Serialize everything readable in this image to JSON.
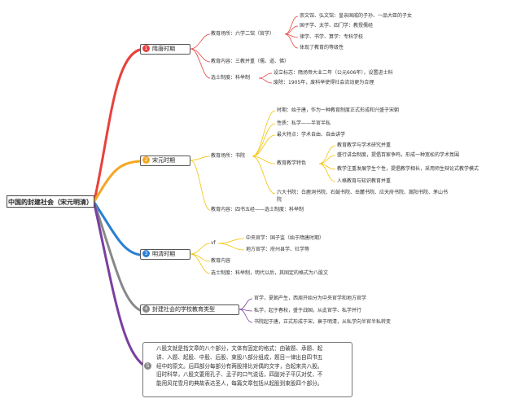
{
  "root": "中国的封建社会（宋元明清）",
  "colors": {
    "red": "#e8413c",
    "orange": "#f5a623",
    "yellow": "#f2c200",
    "blue": "#2a7fd4",
    "gray": "#888888",
    "purple": "#7b3fa0"
  },
  "b1": {
    "num": "1",
    "label": "隋唐时期",
    "place": "教育场所：六学二馆（官学）",
    "place_items": [
      "崇文馆、弘文馆：皇亲国戚的子孙、一品大臣的子女",
      "国子学、太学、四门学：教授儒经",
      "律学、书学、算学：专科学校",
      "体现了教育的等级性"
    ],
    "content": "教育内容：三教并重（儒、道、佛）",
    "exam": "选士制度：科举制",
    "exam_items": [
      "设立标志：隋炀帝大业二年（公元606年），设置进士科",
      "废除：1905年，废科举使得社会流动更为合理"
    ]
  },
  "b2": {
    "num": "2",
    "label": "宋元时期",
    "place": "教育场所：书院",
    "items": [
      "时期：始于唐，作为一种教育制度正式形成和兴盛于宋朝",
      "性质：私学——半官半私",
      "最大特点：学术自由、自由讲学"
    ],
    "feature": "教育教学特色",
    "feature_items": [
      "教育教学与学术研究并重",
      "盛行讲会制度，提倡百家争鸣，形成一种宽松的学术氛围",
      "教学注重发展学生个性，提倡教学相长，采用师生辩论式教学模式",
      "人格教育与知识教育并重"
    ],
    "six_1": "六大书院：白鹿洞书院、石鼓书院、岳麓书院、应天府书院、嵩阳书院、茅山书",
    "six_2": "院",
    "content": "教育内容：四书五经——选士制度：科举制"
  },
  "b3": {
    "num": "3",
    "label": "明清时期",
    "vf": "vf",
    "central": "中央官学：国子监（始于隋唐时期）",
    "local": "地方官学：府州县学、社学等",
    "content": "教育内容",
    "exam": "选士制度：科举制，明代以后，其固定的格式为八股文"
  },
  "b4": {
    "num": "4",
    "label": "封建社会的学校教育类型",
    "items": [
      "官学，夏朝产生，西周开始分为中央官学和地方官学",
      "私学，起于春秋，盛于战国，从此官学、私学并行",
      "书院起于唐，正式形成于宋，衰于明清，从私学向半官半私转变"
    ]
  },
  "b5": {
    "num": "5",
    "lines": [
      "八股文就是指文章的八个部分，文体有固定的格式：由破题、承题、起",
      "讲、入题、起股、中股、后股、束股八部分组成，题目一律出自四书五",
      "经中的原文。后四部分每部分有两股排比对偶的文字，合起来共八股。",
      "旧时科举，八股文要用孔子、孟子的口气说话，四副对子平仄对仗，不",
      "能用风花雪月的典故表达圣人，每篇文章包括从起股到束股四个部分。"
    ]
  }
}
